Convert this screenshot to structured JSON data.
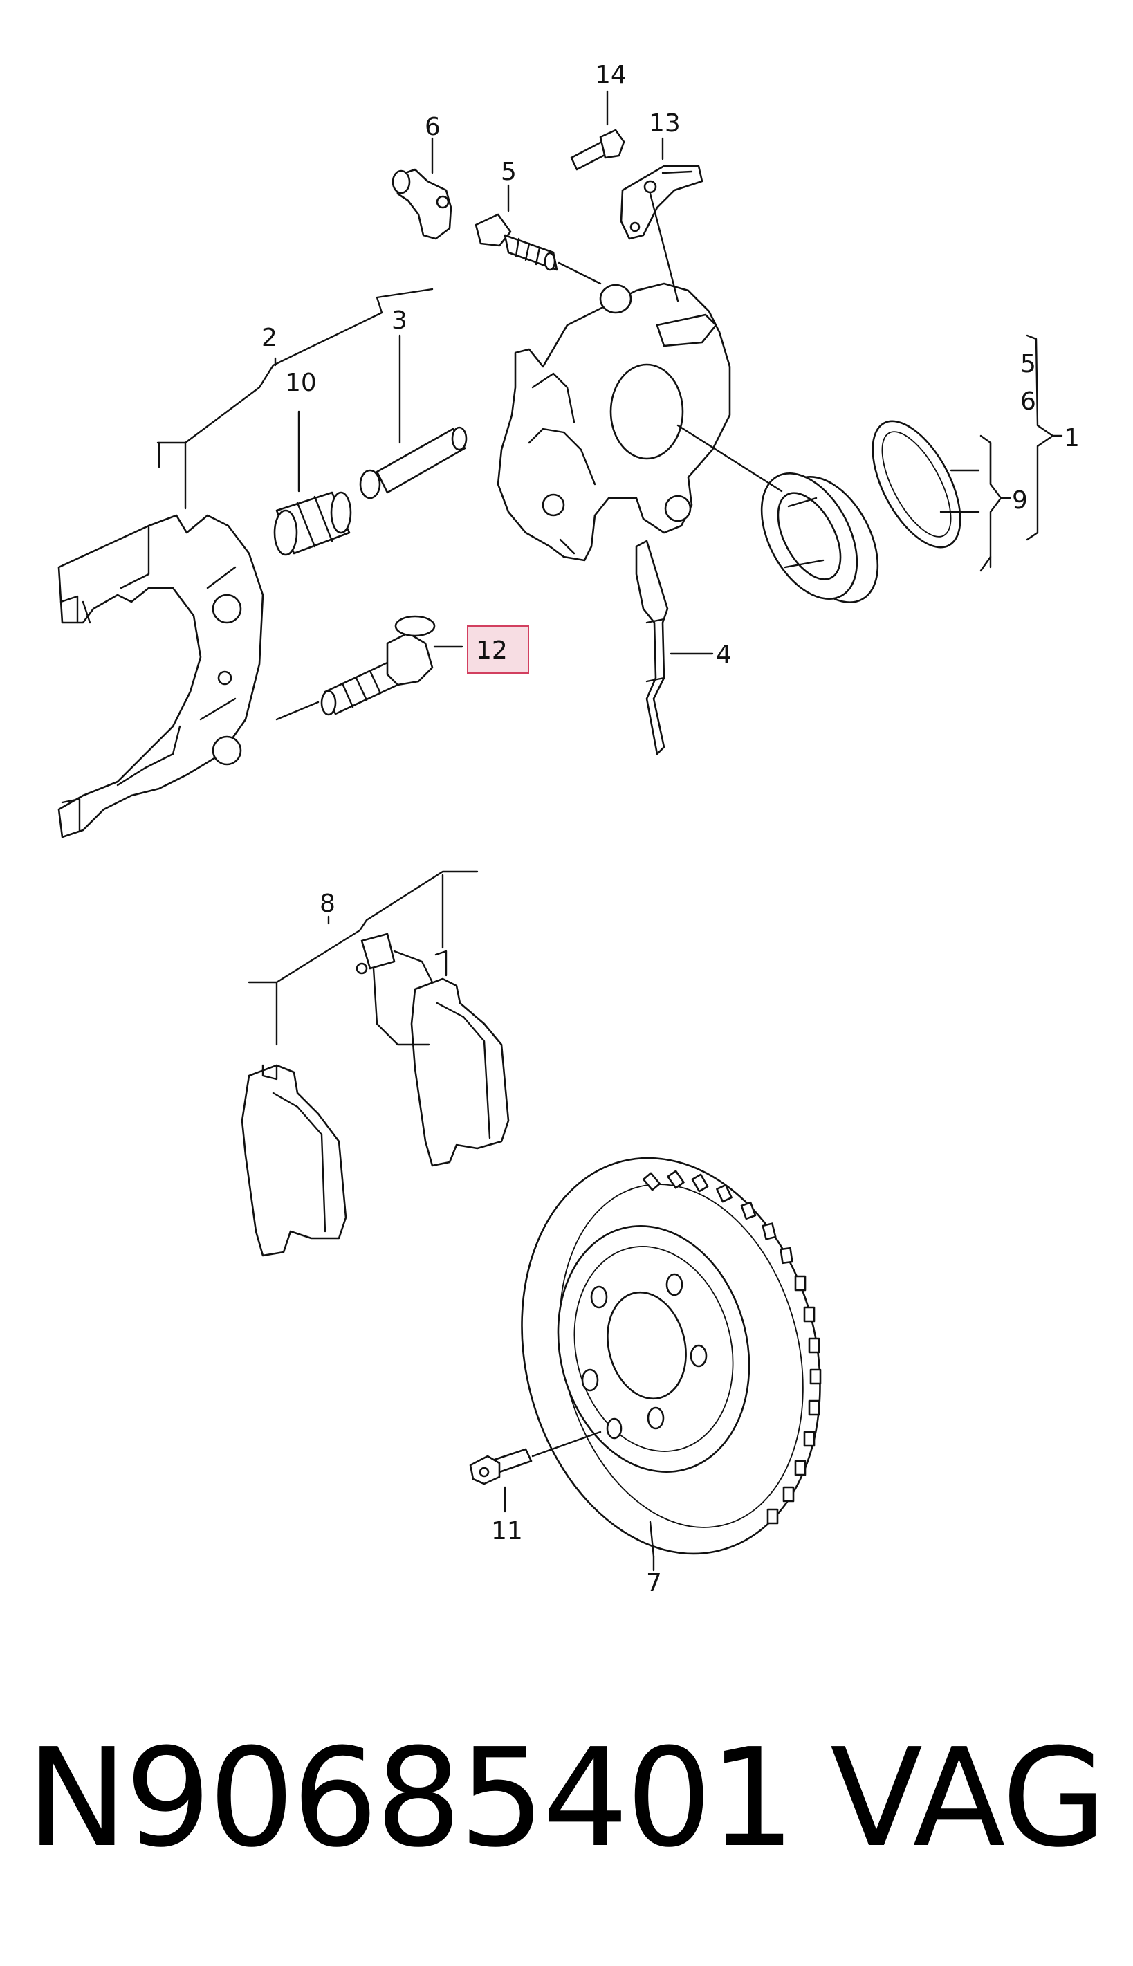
{
  "callouts": {
    "c1": "1",
    "c2": "2",
    "c3": "3",
    "c4": "4",
    "c5a": "5",
    "c5b": "5",
    "c6a": "6",
    "c6b": "6",
    "c7": "7",
    "c8": "8",
    "c9": "9",
    "c10": "10",
    "c11": "11",
    "c12": "12",
    "c13": "13",
    "c14": "14"
  },
  "highlight": {
    "part": "12",
    "fill": "#f7dde3",
    "stroke": "#d23f5f"
  },
  "footer": {
    "part_number": "N90685401",
    "brand": "VAG"
  }
}
